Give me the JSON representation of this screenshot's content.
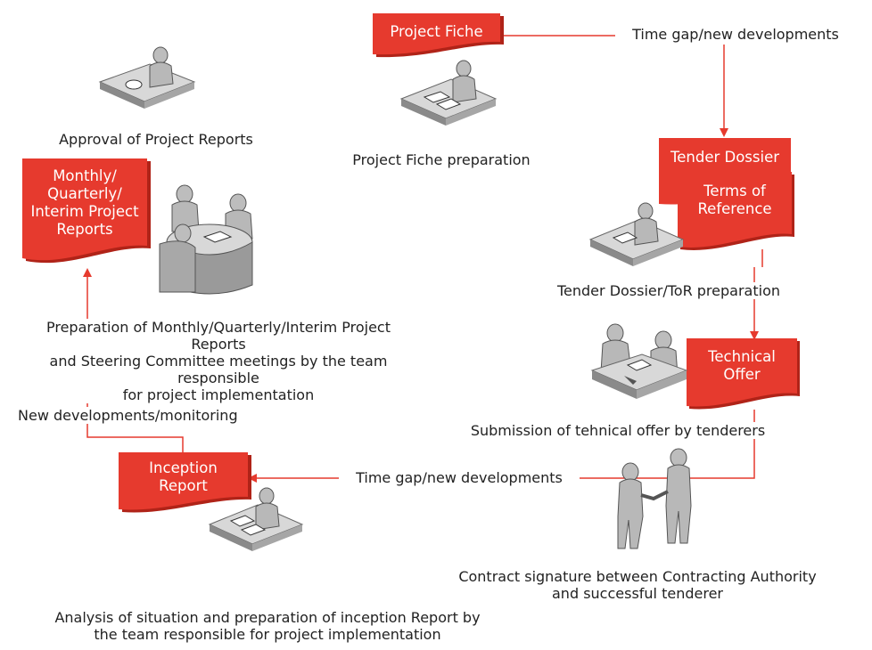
{
  "colors": {
    "tag_red": "#e63a2e",
    "tag_shadow": "#b02318",
    "line_red": "#e63a2e",
    "desk_gray": "#8a8a8a",
    "person_gray": "#b8b8b8"
  },
  "tags": {
    "project_fiche": "Project Fiche",
    "tender_dossier": "Tender Dossier",
    "terms_of_reference": "Terms of\nReference",
    "technical_offer": "Technical\nOffer",
    "inception_report": "Inception\nReport",
    "monthly_reports": "Monthly/\nQuarterly/\nInterim Project\nReports"
  },
  "captions": {
    "time_gap_top": "Time gap/new developments",
    "approval": "Approval of Project Reports",
    "fiche_preparation": "Project Fiche preparation",
    "tor_preparation": "Tender Dossier/ToR preparation",
    "reports_preparation": "Preparation of Monthly/Quarterly/Interim Project Reports\nand Steering Committee meetings by the team responsible\nfor project implementation",
    "new_developments_monitoring": "New developments/monitoring",
    "submission": "Submission of tehnical offer by tenderers",
    "time_gap_bottom": "Time gap/new developments",
    "contract_signature": "Contract signature between Contracting Authority\nand successful tenderer",
    "inception_analysis": "Analysis of situation and preparation of inception Report by\nthe team responsible for project implementation"
  },
  "icons": {
    "approval_figure": "person-at-desk-icon",
    "fiche_figure": "person-at-desk-icon",
    "meeting_figure": "meeting-table-icon",
    "tor_figure": "person-at-desk-icon",
    "submission_figure": "handover-desk-icon",
    "handshake_figure": "handshake-icon",
    "inception_figure": "person-at-desk-icon"
  }
}
